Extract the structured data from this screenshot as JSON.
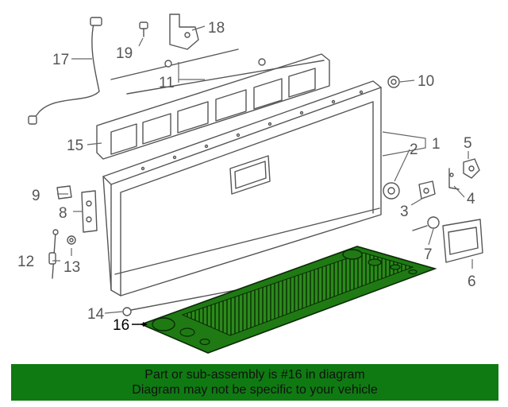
{
  "callouts": {
    "c1": "1",
    "c2": "2",
    "c3": "3",
    "c4": "4",
    "c5": "5",
    "c6": "6",
    "c7": "7",
    "c8": "8",
    "c9": "9",
    "c10": "10",
    "c11": "11",
    "c12": "12",
    "c13": "13",
    "c14": "14",
    "c15": "15",
    "c16": "16",
    "c17": "17",
    "c18": "18",
    "c19": "19"
  },
  "banner": {
    "line1": "Part or sub-assembly is #16 in diagram",
    "line2": "Diagram may not be specific to your vehicle"
  },
  "colors": {
    "banner_bg": "#0f7a12",
    "highlight_part": "#1f7a14",
    "line_art": "#555555"
  }
}
